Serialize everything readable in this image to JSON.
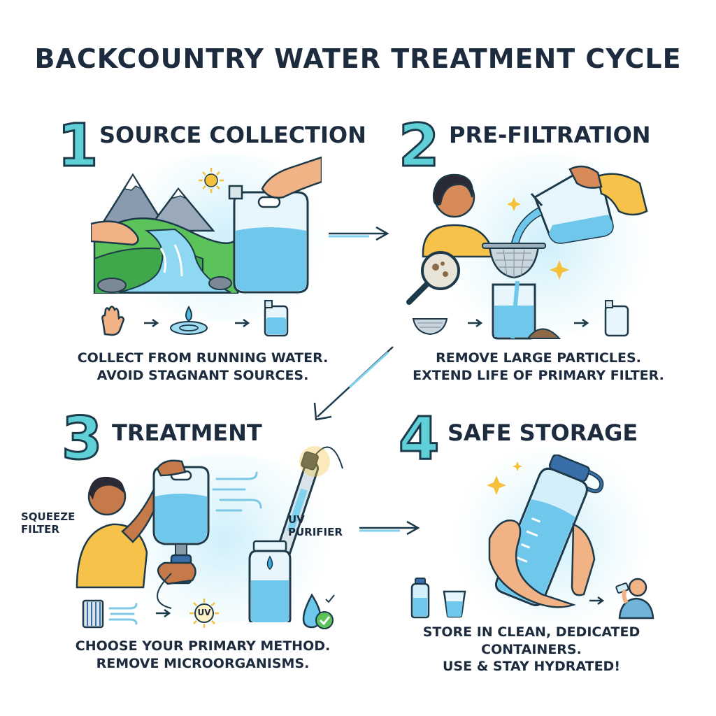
{
  "title": "BACKCOUNTRY WATER TREATMENT CYCLE",
  "steps": [
    {
      "number": "1",
      "title": "SOURCE COLLECTION",
      "caption": [
        "COLLECT FROM RUNNING WATER.",
        "AVOID STAGNANT SOURCES."
      ]
    },
    {
      "number": "2",
      "title": "PRE-FILTRATION",
      "caption": [
        "REMOVE LARGE PARTICLES.",
        "EXTEND LIFE OF PRIMARY FILTER."
      ]
    },
    {
      "number": "3",
      "title": "TREATMENT",
      "caption": [
        "CHOOSE YOUR PRIMARY METHOD.",
        "REMOVE MICROORGANISMS."
      ],
      "labels": {
        "squeeze": [
          "SQUEEZE",
          "FILTER"
        ],
        "uv": [
          "UV",
          "PURIFIER"
        ],
        "uv_badge": "UV"
      }
    },
    {
      "number": "4",
      "title": "SAFE STORAGE",
      "caption": [
        "STORE IN CLEAN, DEDICATED",
        "CONTAINERS.",
        "USE & STAY HYDRATED!"
      ]
    }
  ],
  "colors": {
    "water": "#7fd3ee",
    "water_dark": "#3aa8d8",
    "outline": "#1d3a4a",
    "accent": "#5fd0d8",
    "skin": "#e9a070",
    "shirt": "#f6c24a",
    "sun": "#f5c13b"
  }
}
